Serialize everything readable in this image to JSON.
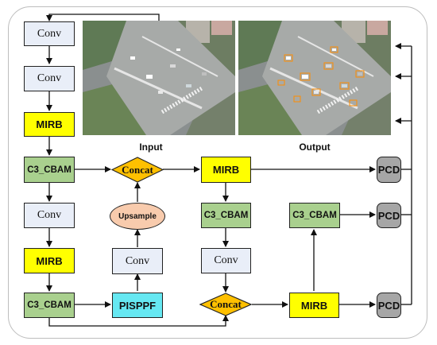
{
  "nodes": {
    "conv1": "Conv",
    "conv2": "Conv",
    "mirb1": "MIRB",
    "c3cbam1": "C3_CBAM",
    "conv3": "Conv",
    "mirb2": "MIRB",
    "c3cbam2": "C3_CBAM",
    "pisppf": "PISPPF",
    "conv_mid": "Conv",
    "upsample": "Upsample",
    "concat1": "Concat",
    "mirb_top": "MIRB",
    "c3cbam_mid": "C3_CBAM",
    "conv_right": "Conv",
    "concat2": "Concat",
    "mirb_bottom": "MIRB",
    "c3cbam_right": "C3_CBAM",
    "pcd1": "PCD",
    "pcd2": "PCD",
    "pcd3": "PCD"
  },
  "images": {
    "input_caption": "Input",
    "output_caption": "Output"
  },
  "colors": {
    "conv": "#e9eef8",
    "mirb": "#ffff00",
    "c3_cbam": "#a9d08e",
    "pcd": "#a6a6a6",
    "pisppf": "#66e8f2",
    "upsample": "#f8cbad",
    "concat": "#ffc000",
    "detection_box": "#ff8c00"
  }
}
